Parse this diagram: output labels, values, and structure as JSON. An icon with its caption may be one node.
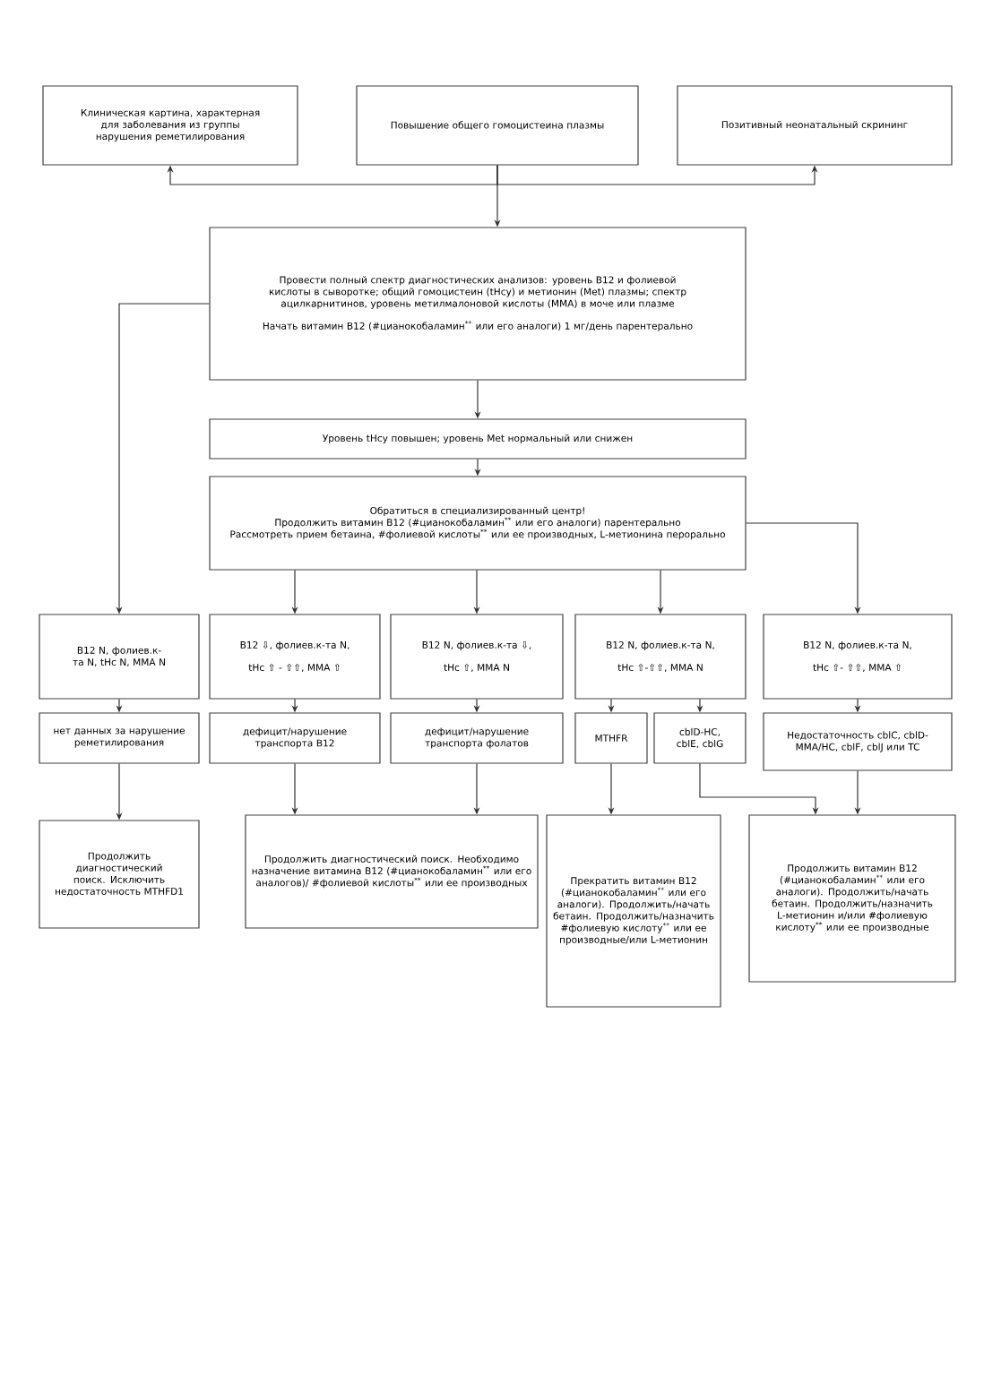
{
  "diagram": {
    "nodes": [
      {
        "text": [
          "Клиническая картина, характерная для заболевания из группы нарушения реметилирования"
        ]
      },
      {
        "text": [
          "Повышение общего гомоцистеина плазмы"
        ]
      },
      {
        "text": [
          "Позитивный неонатальный скрининг"
        ]
      },
      {
        "text": [
          "Провести полный спектр диагностических анализов: уровень B12 и фолиевой кислоты в сыворотке; общий гомоцистеин (tHcy) и метионин (Met) плазмы; спектр ацилкарнитинов, уровень метилмалоновой кислоты (MMA) в моче или плазме",
          "Начать витамин B12 (#цианокобаламин$^{**}$ или его аналоги) 1 мг/день парентерально"
        ]
      },
      {
        "text": [
          "Уровень tHcy повышен; уровень Met нормальный или снижен"
        ]
      },
      {
        "text": [
          "Обратиться в специализированный центр!",
          "Продолжить витамин B12 (#цианокобаламин$^{**}$ или его аналоги) парентерально",
          "Рассмотреть прием бетаина, #фолиевой кислоты$^{**}$ или ее производных, L-метионина перорально"
        ]
      },
      {
        "text": [
          "B12 N, фолиев.к-та N, tHc N, MMA N"
        ]
      },
      {
        "text": [
          "B12 ⇩, фолиев.к-та N,",
          "tHc ⇧ - ⇧⇧,  MMA ⇧"
        ]
      },
      {
        "text": [
          "B12 N, фолиев.к-та ⇩,",
          "tHc ⇧,  MMA N"
        ]
      },
      {
        "text": [
          "B12 N, фолиев.к-та N,",
          "tHc ⇧-⇧⇧,  MMA N"
        ]
      },
      {
        "text": [
          "B12 N, фолиев.к-та N,",
          "tHc ⇧- ⇧⇧,  MMA ⇧"
        ]
      },
      {
        "text": [
          "нет данных за нарушение реметилирования"
        ]
      },
      {
        "text": [
          "дефицит/нарушение транспорта B12"
        ]
      },
      {
        "text": [
          "дефицит/нарушение транспорта фолатов"
        ]
      },
      {
        "text": [
          "MTHFR"
        ]
      },
      {
        "text": [
          "cblD-HC, cblE, cblG"
        ]
      },
      {
        "text": [
          "Недостаточность cblC, cblD-MMA/HC, cblF, cblJ или TC"
        ]
      },
      {
        "text": [
          "Продолжить диагностический поиск. Исключить недостаточность MTHFD1"
        ]
      },
      {
        "text": [
          "Продолжить диагностический поиск. Необходимо назначение витамина B12 (#цианокобаламин$^{**}$ или его аналогов)/ #фолиевой кислоты$^{**}$ или ее производных"
        ]
      },
      {
        "text": [
          "Прекратить витамин B12 (#цианокобаламин$^{**}$ или его аналоги). Продолжить/начать бетаин. Продолжить/назначить #фолиевую кислоту$^{**}$ или ее производные/или L-метионин"
        ]
      },
      {
        "text": [
          "Продолжить витамин B12 (#цианокобаламин$^{**}$ или его аналоги). Продолжить/начать бетаин. Продолжить/назначить L-метионин и/или #фолиевую кислоту$^{**}$ или ее производные"
        ]
      }
    ],
    "edges": [
      {
        "from": 1,
        "to": 0,
        "arrow": "to"
      },
      {
        "from": 1,
        "to": 2,
        "arrow": "to"
      },
      {
        "from": 1,
        "to": 3,
        "arrow": "to"
      },
      {
        "from": 3,
        "to": 4,
        "arrow": "to"
      },
      {
        "from": 4,
        "to": 5,
        "arrow": "to"
      },
      {
        "from": 3,
        "to": 6,
        "arrow": "to"
      },
      {
        "from": 5,
        "to": 7,
        "arrow": "to"
      },
      {
        "from": 5,
        "to": 8,
        "arrow": "to"
      },
      {
        "from": 5,
        "to": 9,
        "arrow": "to"
      },
      {
        "from": 5,
        "to": 10,
        "arrow": "to"
      },
      {
        "from": 6,
        "to": 11,
        "arrow": "to"
      },
      {
        "from": 7,
        "to": 12,
        "arrow": "to"
      },
      {
        "from": 8,
        "to": 13,
        "arrow": "to"
      },
      {
        "from": 9,
        "to": 14,
        "arrow": "to"
      },
      {
        "from": 9,
        "to": 15,
        "arrow": "to"
      },
      {
        "from": 10,
        "to": 16,
        "arrow": "to"
      },
      {
        "from": 11,
        "to": 17,
        "arrow": "to"
      },
      {
        "from": 12,
        "to": 18,
        "arrow": "to"
      },
      {
        "from": 13,
        "to": 18,
        "arrow": "to"
      },
      {
        "from": 14,
        "to": 19,
        "arrow": "to"
      },
      {
        "from": 15,
        "to": 20,
        "arrow": "to"
      },
      {
        "from": 16,
        "to": 20,
        "arrow": "to"
      }
    ]
  }
}
